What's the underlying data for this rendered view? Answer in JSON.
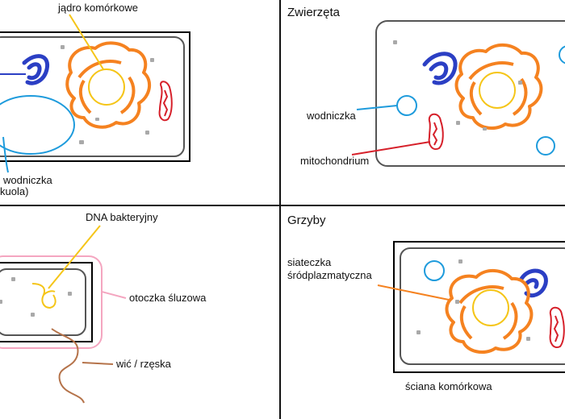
{
  "panels": {
    "plants": {
      "labels": {
        "nucleus": "jądro komórkowe",
        "vacuole_line1": "wodniczka",
        "vacuole_line2": "kuola)"
      }
    },
    "animals": {
      "title": "Zwierzęta",
      "labels": {
        "vacuole": "wodniczka",
        "mitochondrion": "mitochondrium"
      }
    },
    "bacteria": {
      "labels": {
        "dna": "DNA bakteryjny",
        "capsule": "otoczka śluzowa",
        "flagellum": "wić / rzęska"
      }
    },
    "fungi": {
      "title": "Grzyby",
      "labels": {
        "er_line1": "siateczka",
        "er_line2": "śródplazmatyczna",
        "cell_wall": "ściana komórkowa"
      }
    }
  },
  "colors": {
    "divider": "#111111",
    "membrane": "#555555",
    "cell_wall": "#000000",
    "nucleus": "#f5c518",
    "er": "#f58220",
    "golgi": "#2b3fc4",
    "vacuole": "#1e9bdc",
    "mitochondrion": "#d6202a",
    "ribosome": "#a9a9a9",
    "dna": "#f5c518",
    "capsule": "#f4a6c0",
    "flagellum": "#b5734a",
    "pointer_nucleus": "#f5c518",
    "pointer_vacuole": "#1e9bdc",
    "pointer_mito": "#d6202a",
    "pointer_er": "#f58220",
    "pointer_capsule": "#f4a6c0"
  }
}
